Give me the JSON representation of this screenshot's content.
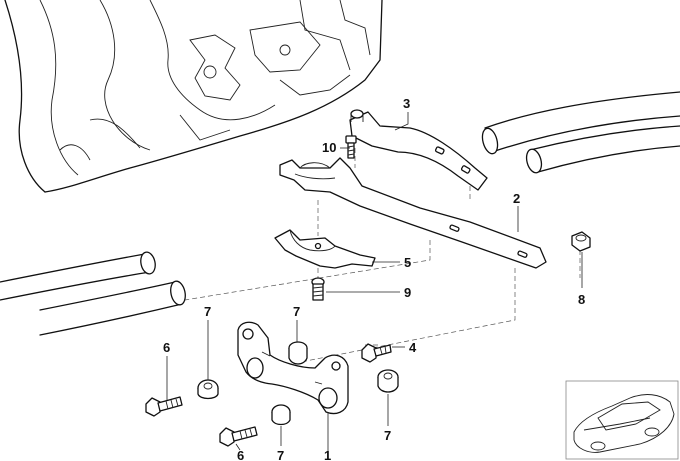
{
  "callouts": {
    "c1": "1",
    "c2": "2",
    "c3": "3",
    "c4": "4",
    "c5": "5",
    "c6a": "6",
    "c6b": "6",
    "c7a": "7",
    "c7b": "7",
    "c7c": "7",
    "c7d": "7",
    "c8": "8",
    "c9": "9",
    "c10": "10"
  },
  "icons": {
    "thumbnail": "car-silhouette-icon"
  },
  "colors": {
    "line": "#111111",
    "background": "#ffffff",
    "thumbnail_border": "#888888"
  }
}
